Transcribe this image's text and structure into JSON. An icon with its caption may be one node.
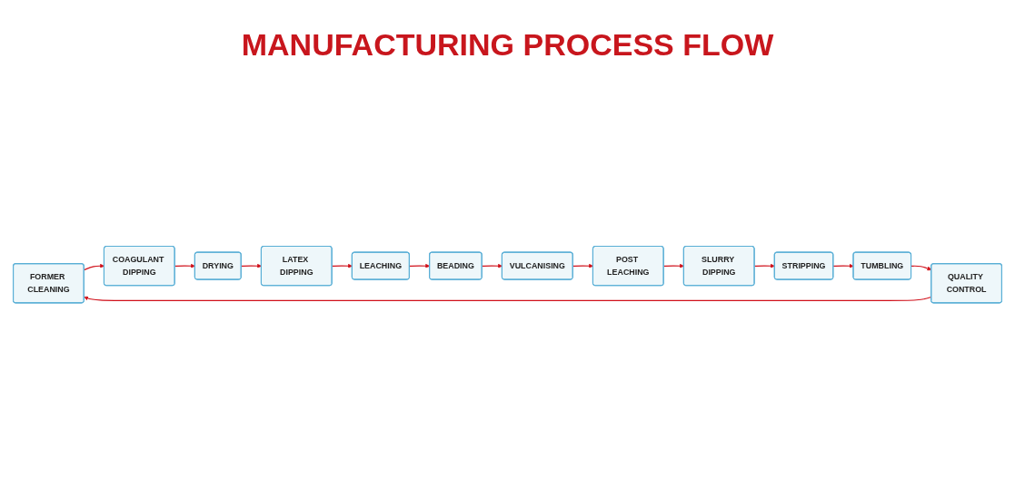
{
  "diagram": {
    "title": "MANUFACTURING PROCESS FLOW",
    "nodes": [
      {
        "text": [
          "FORMER CLEANING"
        ]
      },
      {
        "text": [
          "COAGULANT DIPPING"
        ]
      },
      {
        "text": [
          "DRYING"
        ]
      },
      {
        "text": [
          "LATEX DIPPING"
        ]
      },
      {
        "text": [
          "LEACHING"
        ]
      },
      {
        "text": [
          "BEADING"
        ]
      },
      {
        "text": [
          "VULCANISING"
        ]
      },
      {
        "text": [
          "POST LEACHING"
        ]
      },
      {
        "text": [
          "SLURRY DIPPING"
        ]
      },
      {
        "text": [
          "STRIPPING"
        ]
      },
      {
        "text": [
          "TUMBLING"
        ]
      },
      {
        "text": [
          "QUALITY CONTROL"
        ]
      }
    ],
    "edges": [
      {
        "from": 0,
        "to": 1,
        "arrow": "to"
      },
      {
        "from": 1,
        "to": 2,
        "arrow": "to"
      },
      {
        "from": 2,
        "to": 3,
        "arrow": "to"
      },
      {
        "from": 3,
        "to": 4,
        "arrow": "to"
      },
      {
        "from": 4,
        "to": 5,
        "arrow": "to"
      },
      {
        "from": 5,
        "to": 6,
        "arrow": "to"
      },
      {
        "from": 6,
        "to": 7,
        "arrow": "to"
      },
      {
        "from": 7,
        "to": 8,
        "arrow": "to"
      },
      {
        "from": 8,
        "to": 9,
        "arrow": "to"
      },
      {
        "from": 9,
        "to": 10,
        "arrow": "to"
      },
      {
        "from": 10,
        "to": 11,
        "arrow": "to"
      },
      {
        "from": 11,
        "to": 0,
        "arrow": "to"
      }
    ]
  }
}
